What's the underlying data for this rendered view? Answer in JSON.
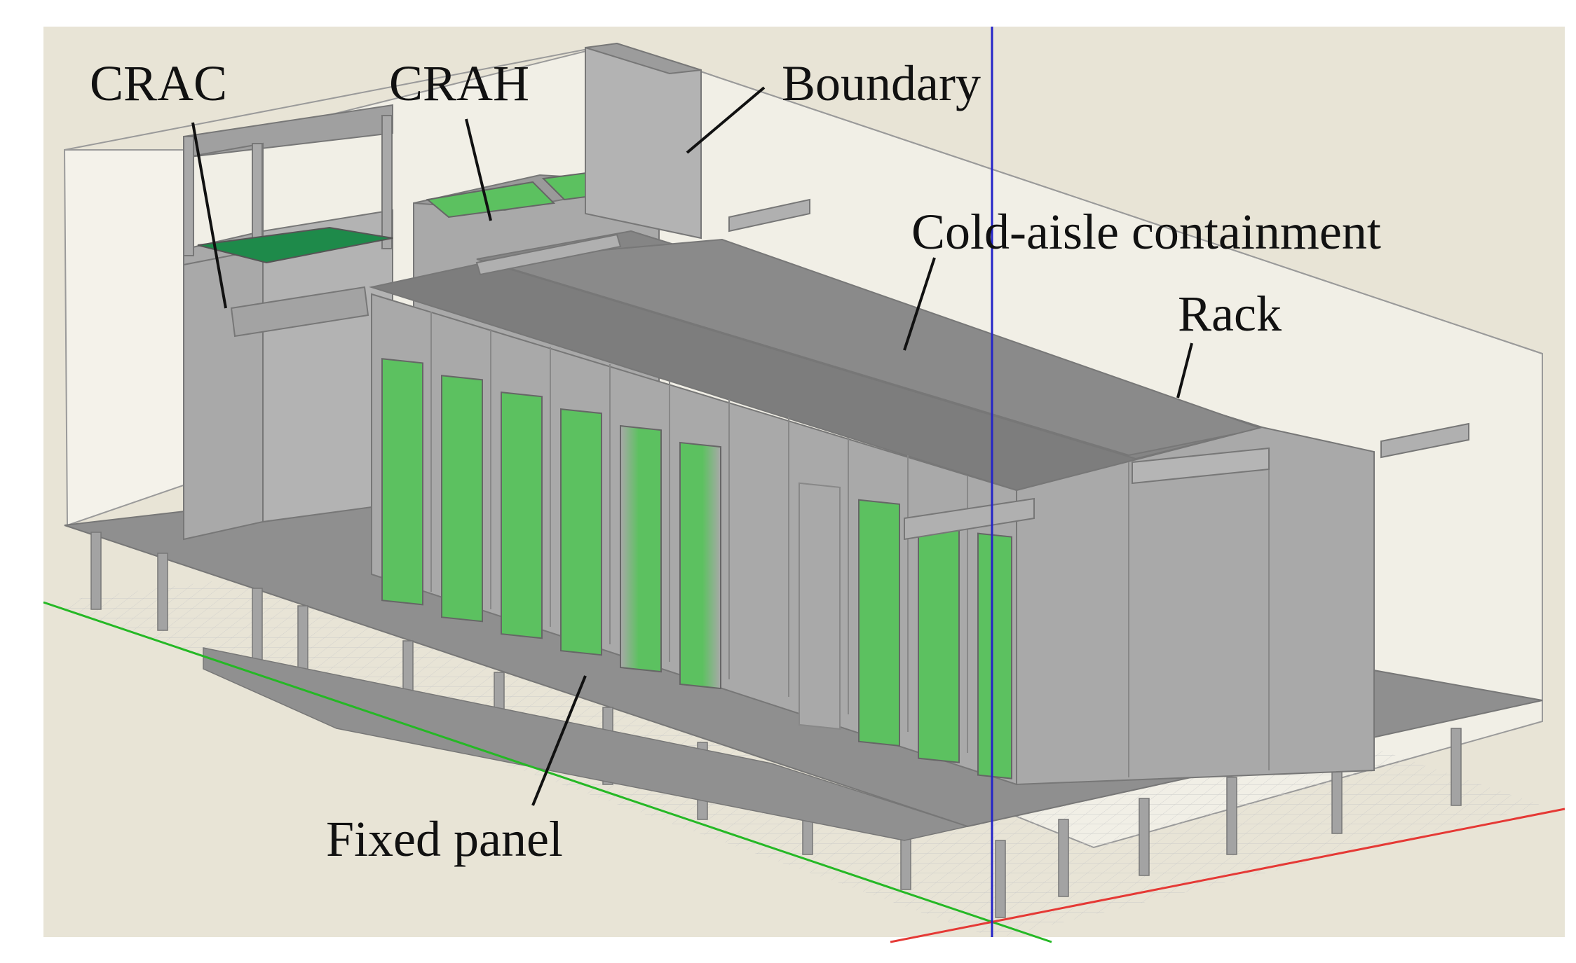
{
  "labels": {
    "crac": "CRAC",
    "crah": "CRAH",
    "boundary": "Boundary",
    "cold_aisle": "Cold-aisle containment",
    "rack": "Rack",
    "fixed_panel": "Fixed panel"
  },
  "colors": {
    "background": "#e8e4d6",
    "equipment": "#a9a9a9",
    "equipment_dark": "#8f8f8f",
    "top": "#7d7d7d",
    "vent": "#5cc160",
    "crac_vent": "#1e8a4a",
    "x_axis": "#e53935",
    "y_axis": "#25b825",
    "z_axis": "#2424c8"
  }
}
